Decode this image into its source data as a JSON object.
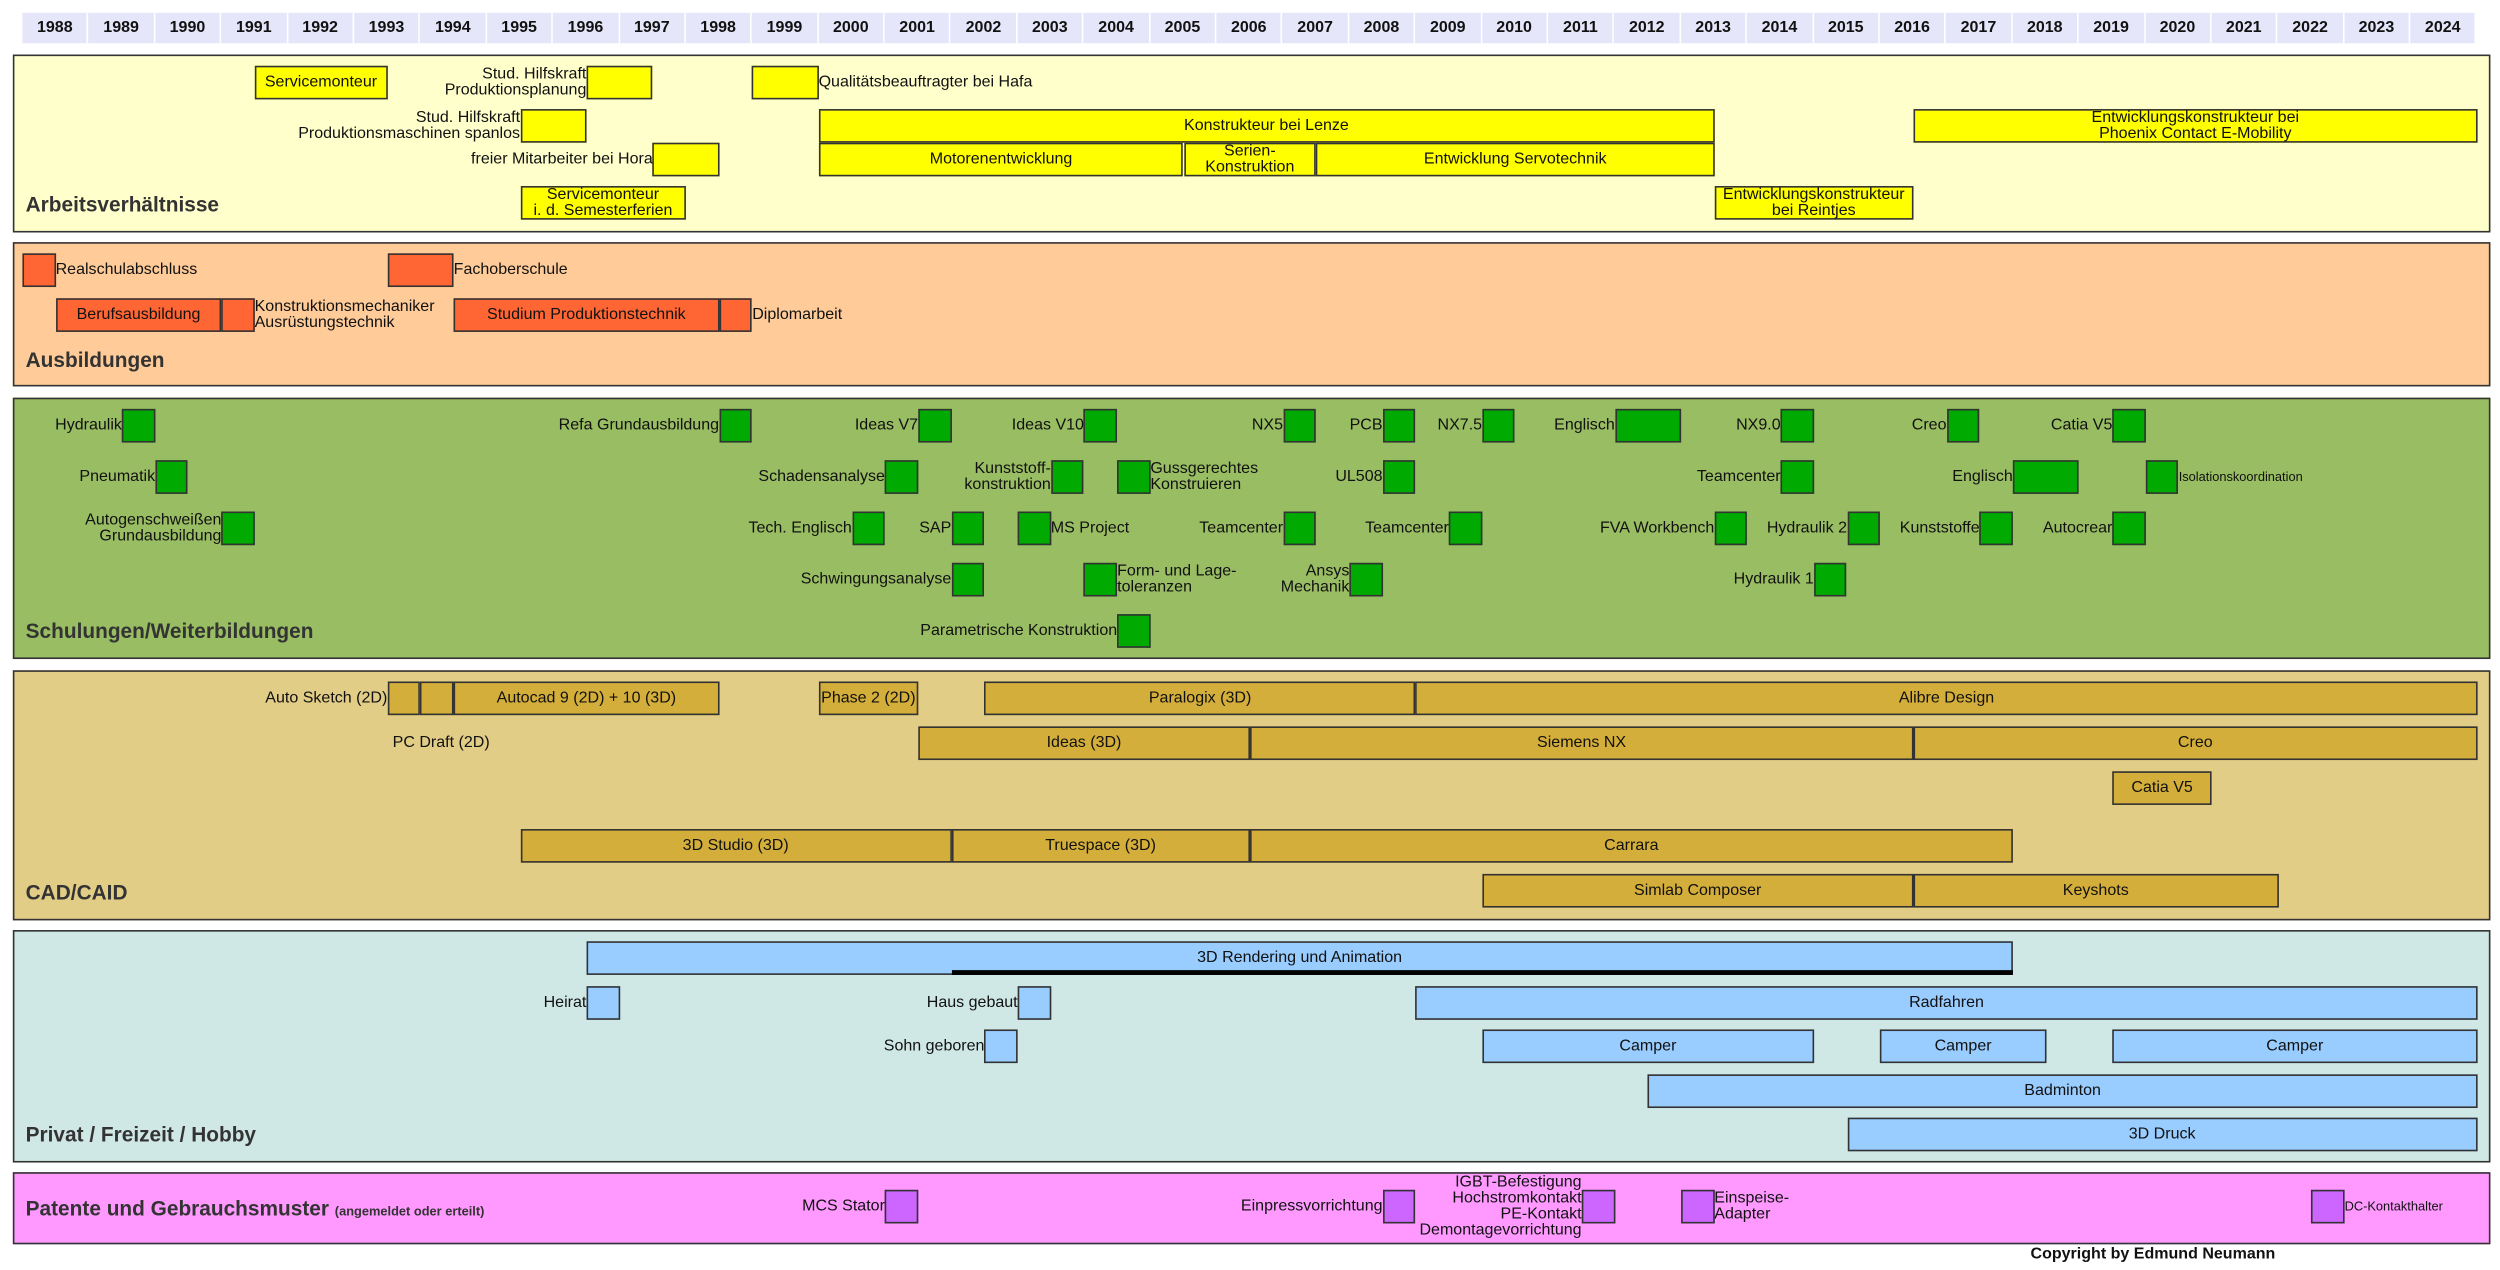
{
  "years": [
    "1988",
    "1989",
    "1990",
    "1991",
    "1992",
    "1993",
    "1994",
    "1995",
    "1996",
    "1997",
    "1998",
    "1999",
    "2000",
    "2001",
    "2002",
    "2003",
    "2004",
    "2005",
    "2006",
    "2007",
    "2008",
    "2009",
    "2010",
    "2011",
    "2012",
    "2013",
    "2014",
    "2015",
    "2016",
    "2017",
    "2018",
    "2019",
    "2020",
    "2021",
    "2022",
    "2023",
    "2024"
  ],
  "colors": {
    "header": "#e6e6fa",
    "work": "#ffffcc",
    "work_box": "#ffff00",
    "edu": "#ffcc99",
    "edu_box": "#ff6633",
    "training": "#99bd62",
    "training_box": "#00aa00",
    "cad": "#e2cd87",
    "cad_box": "#d4ae3a",
    "private": "#d0e8e5",
    "private_box": "#99ccff",
    "patents": "#ff99ff",
    "patents_box": "#cc66ff"
  },
  "work": {
    "title": "Arbeitsverhältnisse",
    "items": [
      {
        "label": "Servicemonteur",
        "start": 1991.5,
        "end": 1993.5
      },
      {
        "label": "Stud. Hilfskraft\nProduktionsplanung",
        "start": 1996.5,
        "end": 1997.5
      },
      {
        "label": "Qualitätsbeauftragter bei Hafa",
        "start": 1999,
        "end": 2000
      },
      {
        "label": "Stud. Hilfskraft\nProduktionsmaschinen spanlos",
        "start": 1995.5,
        "end": 1996.5
      },
      {
        "label": "Konstrukteur bei Lenze",
        "start": 2000,
        "end": 2013.5
      },
      {
        "label": "Entwicklungskonstrukteur bei\nPhoenix Contact E-Mobility",
        "start": 2016.5,
        "end": 2025
      },
      {
        "label": "freier Mitarbeiter bei Hora",
        "start": 1997.5,
        "end": 1998.5
      },
      {
        "label": "Motorenentwicklung",
        "start": 2000,
        "end": 2005.5
      },
      {
        "label": "Serien-\nKonstruktion",
        "start": 2005.5,
        "end": 2007.5
      },
      {
        "label": "Entwicklung Servotechnik",
        "start": 2007.5,
        "end": 2013.5
      },
      {
        "label": "Servicemonteur\ni. d. Semesterferien",
        "start": 1995.5,
        "end": 1998
      },
      {
        "label": "Entwicklungskonstrukteur\nbei Reintjes",
        "start": 2013.5,
        "end": 2016.5
      }
    ]
  },
  "education": {
    "title": "Ausbildungen",
    "items": [
      {
        "label": "Realschulabschluss",
        "start": 1988,
        "end": 1988.5
      },
      {
        "label": "Fachoberschule",
        "start": 1993.5,
        "end": 1994.5
      },
      {
        "label": "Berufsausbildung",
        "start": 1988.5,
        "end": 1991
      },
      {
        "label": "Konstruktionsmechaniker\nAusrüstungstechnik",
        "start": 1991,
        "end": 1991.5
      },
      {
        "label": "Studium Produktionstechnik",
        "start": 1994.5,
        "end": 1998.5
      },
      {
        "label": "Diplomarbeit",
        "start": 1998.5,
        "end": 1999
      }
    ]
  },
  "training": {
    "title": "Schulungen/Weiterbildungen",
    "items": [
      {
        "label": "Hydraulik",
        "start": 1989.5,
        "end": 1990
      },
      {
        "label": "Refa Grundausbildung",
        "start": 1998.5,
        "end": 1999
      },
      {
        "label": "Ideas V7",
        "start": 2001.5,
        "end": 2002
      },
      {
        "label": "Ideas V10",
        "start": 2004,
        "end": 2004.5
      },
      {
        "label": "NX5",
        "start": 2007,
        "end": 2007.5
      },
      {
        "label": "PCB",
        "start": 2008.5,
        "end": 2009
      },
      {
        "label": "NX7.5",
        "start": 2010,
        "end": 2010.5
      },
      {
        "label": "Englisch",
        "start": 2012,
        "end": 2013
      },
      {
        "label": "NX9.0",
        "start": 2014.5,
        "end": 2015
      },
      {
        "label": "Creo",
        "start": 2017,
        "end": 2017.5
      },
      {
        "label": "Catia V5",
        "start": 2019.5,
        "end": 2020
      },
      {
        "label": "Pneumatik",
        "start": 1990,
        "end": 1990.5
      },
      {
        "label": "Schadensanalyse",
        "start": 2001,
        "end": 2001.5
      },
      {
        "label": "Kunststoff-\nkonstruktion",
        "start": 2003.5,
        "end": 2004
      },
      {
        "label": "Gussgerechtes\nKonstruieren",
        "start": 2004.5,
        "end": 2005
      },
      {
        "label": "UL508",
        "start": 2008.5,
        "end": 2009
      },
      {
        "label": "Teamcenter",
        "start": 2014.5,
        "end": 2015
      },
      {
        "label": "Englisch",
        "start": 2018,
        "end": 2019
      },
      {
        "label": "Isolationskoordination",
        "start": 2020,
        "end": 2020.5
      },
      {
        "label": "Autogenschweißen\nGrundausbildung",
        "start": 1991,
        "end": 1991.5
      },
      {
        "label": "Tech. Englisch",
        "start": 2000.5,
        "end": 2001
      },
      {
        "label": "SAP",
        "start": 2002,
        "end": 2002.5
      },
      {
        "label": "MS Project",
        "start": 2003,
        "end": 2003.5
      },
      {
        "label": "Teamcenter",
        "start": 2007,
        "end": 2007.5
      },
      {
        "label": "Teamcenter",
        "start": 2009.5,
        "end": 2010
      },
      {
        "label": "FVA Workbench",
        "start": 2013.5,
        "end": 2014
      },
      {
        "label": "Hydraulik 2",
        "start": 2015.5,
        "end": 2016
      },
      {
        "label": "Kunststoffe",
        "start": 2017.5,
        "end": 2018
      },
      {
        "label": "Autocrear",
        "start": 2019.5,
        "end": 2020
      },
      {
        "label": "Schwingungsanalyse",
        "start": 2002,
        "end": 2002.5
      },
      {
        "label": "Form- und Lage-\ntoleranzen",
        "start": 2004,
        "end": 2004.5
      },
      {
        "label": "Ansys\nMechanik",
        "start": 2008,
        "end": 2008.5
      },
      {
        "label": "Hydraulik 1",
        "start": 2015,
        "end": 2015.5
      },
      {
        "label": "Parametrische Konstruktion",
        "start": 2004.5,
        "end": 2005
      }
    ]
  },
  "cad": {
    "title": "CAD/CAID",
    "items": [
      {
        "label": "Auto Sketch (2D)",
        "start": 1993.5,
        "end": 1994
      },
      {
        "label": "PC Draft (2D)",
        "start": 1994,
        "end": 1994.5
      },
      {
        "label": "Autocad 9 (2D) + 10 (3D)",
        "start": 1994.5,
        "end": 1998.5
      },
      {
        "label": "Phase 2 (2D)",
        "start": 2000,
        "end": 2001.5
      },
      {
        "label": "Paralogix (3D)",
        "start": 2002.5,
        "end": 2009
      },
      {
        "label": "Alibre Design",
        "start": 2009,
        "end": 2025
      },
      {
        "label": "Ideas (3D)",
        "start": 2001.5,
        "end": 2006.5
      },
      {
        "label": "Siemens NX",
        "start": 2006.5,
        "end": 2016.5
      },
      {
        "label": "Creo",
        "start": 2016.5,
        "end": 2025
      },
      {
        "label": "Catia V5",
        "start": 2019.5,
        "end": 2021
      },
      {
        "label": "3D Studio (3D)",
        "start": 1995.5,
        "end": 2002
      },
      {
        "label": "Truespace (3D)",
        "start": 2002,
        "end": 2006.5
      },
      {
        "label": "Carrara",
        "start": 2006.5,
        "end": 2018
      },
      {
        "label": "Simlab Composer",
        "start": 2010,
        "end": 2016.5
      },
      {
        "label": "Keyshots",
        "start": 2016.5,
        "end": 2022
      }
    ]
  },
  "private": {
    "title": "Privat / Freizeit / Hobby",
    "highlight": {
      "start": 2002,
      "end": 2018
    },
    "items": [
      {
        "label": "3D Rendering und Animation",
        "start": 1996.5,
        "end": 2018
      },
      {
        "label": "Heirat",
        "start": 1996.5,
        "end": 1997
      },
      {
        "label": "Haus gebaut",
        "start": 2003,
        "end": 2003.5
      },
      {
        "label": "Radfahren",
        "start": 2009,
        "end": 2025
      },
      {
        "label": "Sohn geboren",
        "start": 2002.5,
        "end": 2003
      },
      {
        "label": "Camper",
        "start": 2010,
        "end": 2015
      },
      {
        "label": "Camper",
        "start": 2016,
        "end": 2018.5
      },
      {
        "label": "Camper",
        "start": 2019.5,
        "end": 2025
      },
      {
        "label": "Badminton",
        "start": 2012.5,
        "end": 2025
      },
      {
        "label": "3D Druck",
        "start": 2015.5,
        "end": 2025
      }
    ]
  },
  "patents": {
    "title": "Patente und Gebrauchsmuster",
    "subtitle": "(angemeldet oder erteilt)",
    "items": [
      {
        "label": "MCS Stator",
        "start": 2001,
        "end": 2001.5
      },
      {
        "label": "Einpressvorrichtung",
        "start": 2008.5,
        "end": 2009
      },
      {
        "label": "IGBT-Befestigung\nHochstromkontakt\nPE-Kontakt\nDemontagevorrichtung",
        "start": 2011.5,
        "end": 2012
      },
      {
        "label": "Einspeise-\nAdapter",
        "start": 2013,
        "end": 2013.5
      },
      {
        "label": "DC-Kontakthalter",
        "start": 2022.5,
        "end": 2023
      }
    ]
  },
  "copyright": "Copyright by Edmund Neumann"
}
